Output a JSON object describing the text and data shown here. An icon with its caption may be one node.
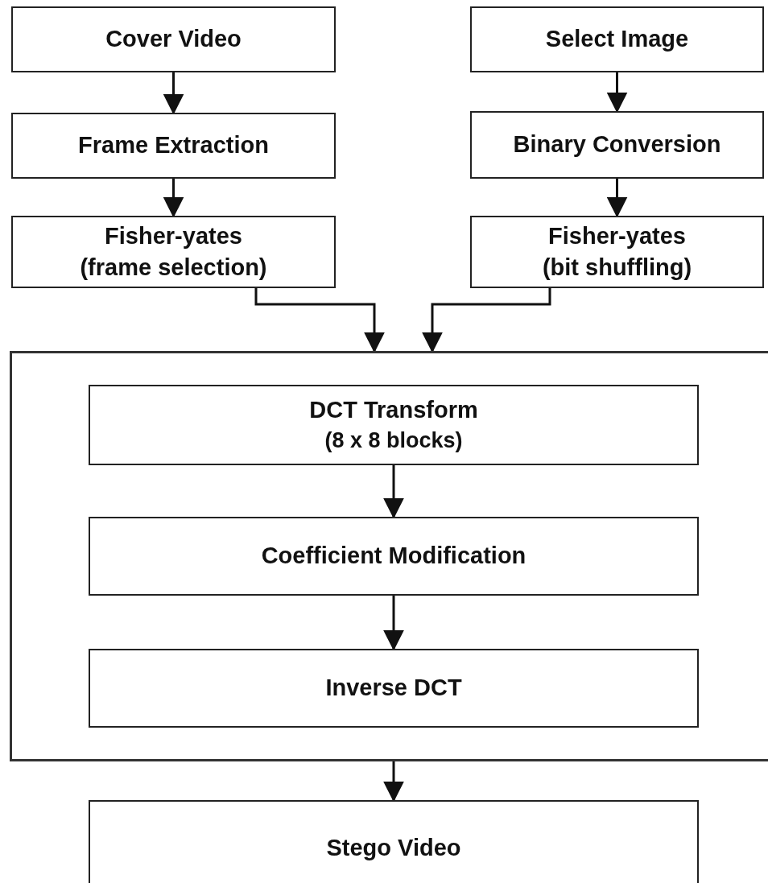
{
  "diagram": {
    "nodes": [
      {
        "text": [
          "Cover Video"
        ]
      },
      {
        "text": [
          "Frame Extraction"
        ]
      },
      {
        "text": [
          "Fisher-yates (frame selection)"
        ]
      },
      {
        "text": [
          "Select Image"
        ]
      },
      {
        "text": [
          "Binary Conversion"
        ]
      },
      {
        "text": [
          "Fisher-yates (bit shuffling)"
        ]
      },
      {
        "text": [],
        "shape": "box"
      },
      {
        "text": [
          "DCT Transform",
          "(8 x 8 blocks)"
        ],
        "in": 6
      },
      {
        "text": [
          "Coefficient Modification"
        ],
        "in": 6
      },
      {
        "text": [
          "Inverse DCT"
        ],
        "in": 6
      },
      {
        "text": [
          "Stego Video"
        ]
      }
    ],
    "edges": [
      {
        "from": 0,
        "to": 1,
        "arrow": "to"
      },
      {
        "from": 1,
        "to": 2,
        "arrow": "to"
      },
      {
        "from": 3,
        "to": 4,
        "arrow": "to"
      },
      {
        "from": 4,
        "to": 5,
        "arrow": "to"
      },
      {
        "from": 2,
        "to": 6,
        "arrow": "to"
      },
      {
        "from": 5,
        "to": 6,
        "arrow": "to"
      },
      {
        "from": 7,
        "to": 8,
        "arrow": "to"
      },
      {
        "from": 8,
        "to": 9,
        "arrow": "to"
      },
      {
        "from": 6,
        "to": 10,
        "arrow": "to"
      }
    ]
  }
}
